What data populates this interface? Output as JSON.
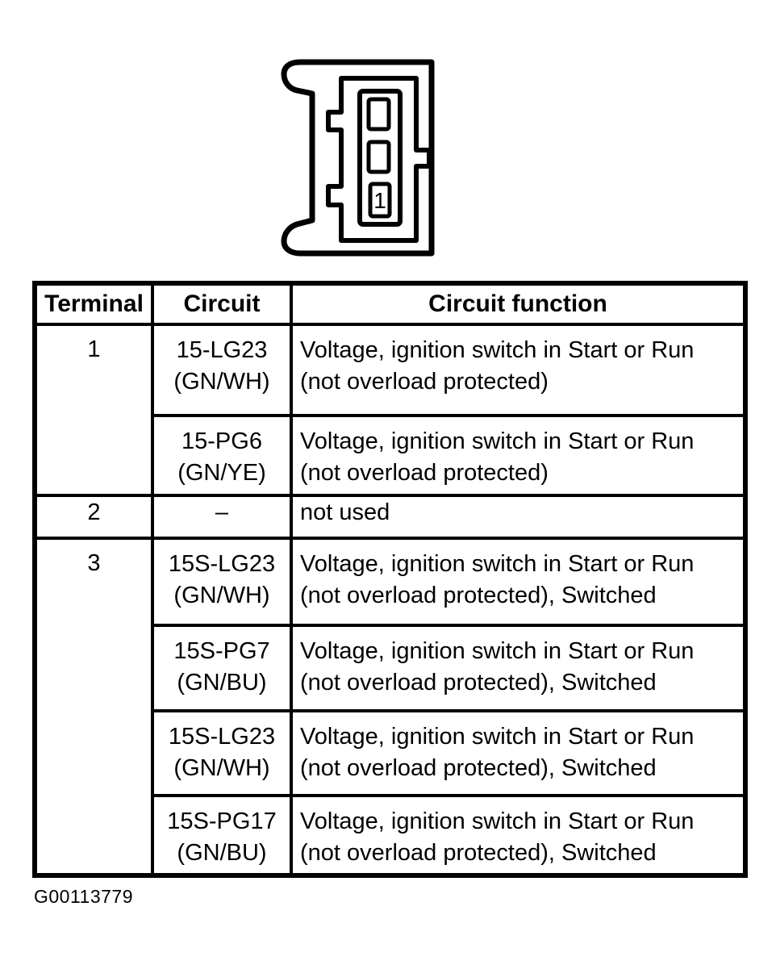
{
  "connector": {
    "terminal_slot_label": "1"
  },
  "table": {
    "headers": [
      "Terminal",
      "Circuit",
      "Circuit function"
    ],
    "rows": [
      {
        "terminal": "1",
        "circuit_code": "15-LG23",
        "circuit_color": "(GN/WH)",
        "function_line1": "Voltage, ignition switch in Start or Run",
        "function_line2": "(not overload protected)"
      },
      {
        "circuit_code": "15-PG6",
        "circuit_color": "(GN/YE)",
        "function_line1": "Voltage, ignition switch in Start or Run",
        "function_line2": "(not overload protected)"
      },
      {
        "terminal": "2",
        "circuit_code": "–",
        "circuit_color": "",
        "function_line1": "not used",
        "function_line2": ""
      },
      {
        "terminal": "3",
        "circuit_code": "15S-LG23",
        "circuit_color": "(GN/WH)",
        "function_line1": "Voltage, ignition switch in Start or Run",
        "function_line2": "(not overload protected), Switched"
      },
      {
        "circuit_code": "15S-PG7",
        "circuit_color": "(GN/BU)",
        "function_line1": "Voltage, ignition switch in Start or Run",
        "function_line2": "(not overload protected), Switched"
      },
      {
        "circuit_code": "15S-LG23",
        "circuit_color": "(GN/WH)",
        "function_line1": "Voltage, ignition switch in Start or Run",
        "function_line2": "(not overload protected), Switched"
      },
      {
        "circuit_code": "15S-PG17",
        "circuit_color": "(GN/BU)",
        "function_line1": "Voltage, ignition switch in Start or Run",
        "function_line2": "(not overload protected), Switched"
      }
    ]
  },
  "figure_code": "G00113779",
  "colors": {
    "ink": "#000000",
    "paper": "#ffffff"
  }
}
